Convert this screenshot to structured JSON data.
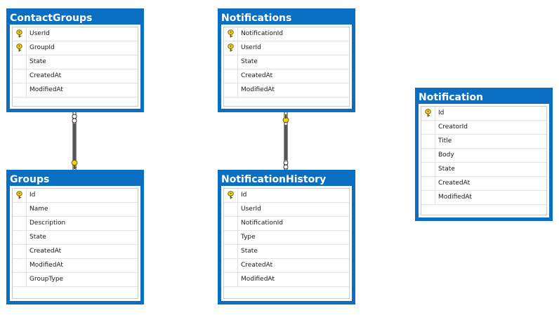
{
  "tables": {
    "contactgroups": {
      "title": "ContactGroups",
      "columns": [
        {
          "name": "UserId",
          "key": true
        },
        {
          "name": "GroupId",
          "key": true
        },
        {
          "name": "State",
          "key": false
        },
        {
          "name": "CreatedAt",
          "key": false
        },
        {
          "name": "ModifiedAt",
          "key": false
        }
      ]
    },
    "notifications": {
      "title": "Notifications",
      "columns": [
        {
          "name": "NotificationId",
          "key": true
        },
        {
          "name": "UserId",
          "key": true
        },
        {
          "name": "State",
          "key": false
        },
        {
          "name": "CreatedAt",
          "key": false
        },
        {
          "name": "ModifiedAt",
          "key": false
        }
      ]
    },
    "notification": {
      "title": "Notification",
      "columns": [
        {
          "name": "Id",
          "key": true
        },
        {
          "name": "CreatorId",
          "key": false
        },
        {
          "name": "Title",
          "key": false
        },
        {
          "name": "Body",
          "key": false
        },
        {
          "name": "State",
          "key": false
        },
        {
          "name": "CreatedAt",
          "key": false
        },
        {
          "name": "ModifiedAt",
          "key": false
        }
      ]
    },
    "groups": {
      "title": "Groups",
      "columns": [
        {
          "name": "Id",
          "key": true
        },
        {
          "name": "Name",
          "key": false
        },
        {
          "name": "Description",
          "key": false
        },
        {
          "name": "State",
          "key": false
        },
        {
          "name": "CreatedAt",
          "key": false
        },
        {
          "name": "ModifiedAt",
          "key": false
        },
        {
          "name": "GroupType",
          "key": false
        }
      ]
    },
    "notificationhistory": {
      "title": "NotificationHistory",
      "columns": [
        {
          "name": "Id",
          "key": true
        },
        {
          "name": "UserId",
          "key": false
        },
        {
          "name": "NotificationId",
          "key": false
        },
        {
          "name": "Type",
          "key": false
        },
        {
          "name": "State",
          "key": false
        },
        {
          "name": "CreatedAt",
          "key": false
        },
        {
          "name": "ModifiedAt",
          "key": false
        }
      ]
    }
  },
  "relationships": [
    {
      "from": "contactgroups",
      "to": "groups"
    },
    {
      "from": "notifications",
      "to": "notificationhistory"
    }
  ],
  "colors": {
    "accent": "#0a6fc2",
    "key": "#f2d31b",
    "line": "#555555"
  }
}
